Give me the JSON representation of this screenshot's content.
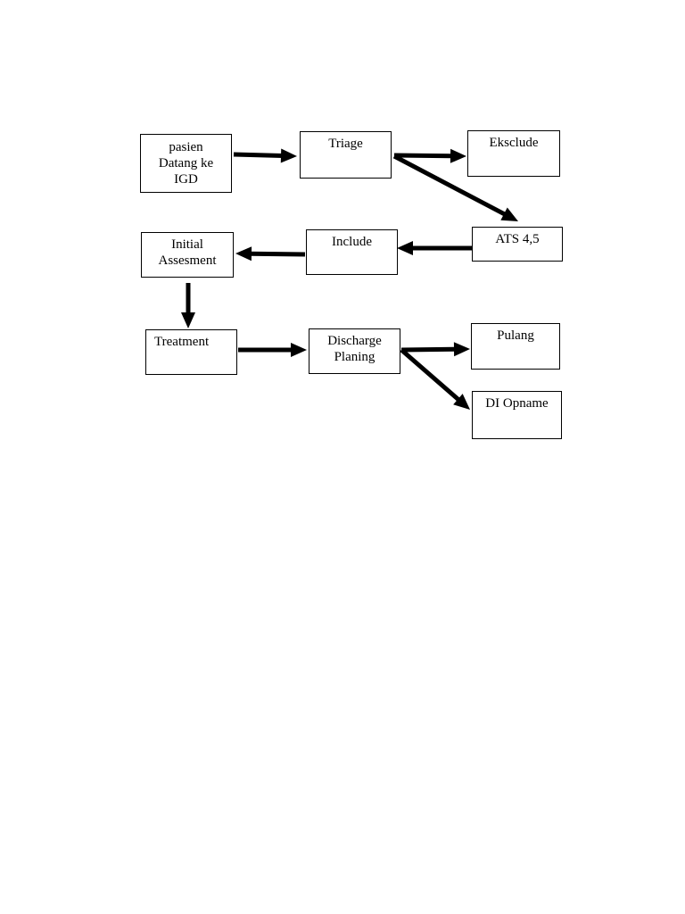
{
  "flowchart": {
    "nodes": {
      "pasien": "pasien\nDatang ke\nIGD",
      "triage": "Triage",
      "ekscl": "Eksclude",
      "ats": "ATS 4,5",
      "include": "Include",
      "initial": "Initial\nAssesment",
      "treatment": "Treatment",
      "discharge": "Discharge\nPlaning",
      "pulang": "Pulang",
      "opname": "DI Opname"
    },
    "edges": [
      {
        "from": "pasien",
        "to": "triage"
      },
      {
        "from": "triage",
        "to": "ekscl"
      },
      {
        "from": "triage",
        "to": "ats"
      },
      {
        "from": "ats",
        "to": "include"
      },
      {
        "from": "include",
        "to": "initial"
      },
      {
        "from": "initial",
        "to": "treatment"
      },
      {
        "from": "treatment",
        "to": "discharge"
      },
      {
        "from": "discharge",
        "to": "pulang"
      },
      {
        "from": "discharge",
        "to": "opname"
      }
    ]
  }
}
